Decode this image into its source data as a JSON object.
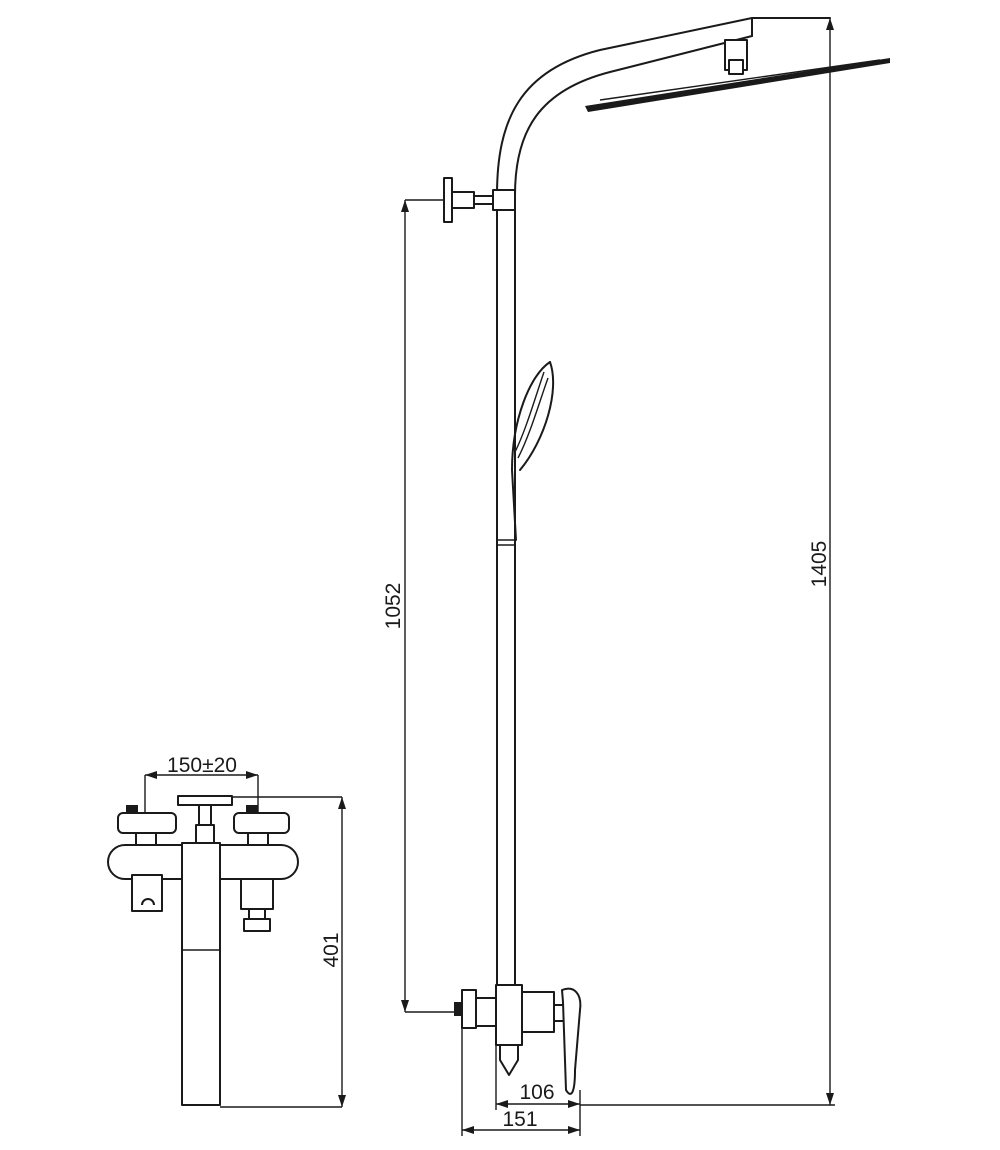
{
  "dimensions": {
    "overall_height": "1405",
    "handshower_height": "1052",
    "faucet_height": "401",
    "inlet_spacing": "150±20",
    "mixer_depth_106": "106",
    "mixer_depth_151": "151"
  }
}
